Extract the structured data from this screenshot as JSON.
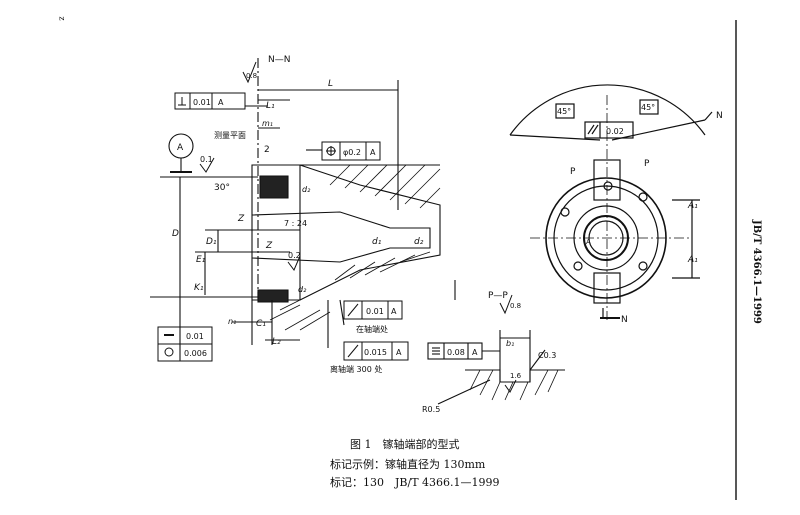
{
  "page_mark": "z",
  "standard_code": "JB/T 4366.1—1999",
  "caption": {
    "figure": "图 1　镓轴端部的型式",
    "example": "标记示例：镓轴直径为 130mm",
    "marking": "标记：130　JB/T 4366.1—1999"
  },
  "section_labels": {
    "nn": "N—N",
    "pp": "P—P",
    "n": "N",
    "p": "P"
  },
  "dims": {
    "L": "L",
    "L1": "L₁",
    "m1": "m₁",
    "two": "2",
    "thirty": "30°",
    "Z": "Z",
    "D": "D",
    "D1": "D₁",
    "E1": "E₁",
    "K1": "K₁",
    "n1": "n₁",
    "C1": "C₁",
    "L2": "L₂",
    "d1": "d₁",
    "d2": "d₂",
    "taper": "7 : 24",
    "A1": "A₁",
    "b1": "b₁",
    "A": "A",
    "angle1": "45°",
    "angle2": "45°",
    "C": "C0.3",
    "R": "R0.5"
  },
  "roughness": {
    "r1": "0.8",
    "r2": "0.1",
    "r3": "0.2",
    "r4": "0.8",
    "r5": "1.6"
  },
  "notes": {
    "measure_plane": "测量平面",
    "at_end": "在轴端处",
    "far_end": "离轴端 300 处"
  },
  "tolerances": {
    "perp": {
      "value": "0.01",
      "datum": "A"
    },
    "pos": {
      "value": "φ0.2",
      "datum": "A"
    },
    "par": {
      "value": "0.02"
    },
    "runout1": {
      "value": "0.01",
      "datum": "A"
    },
    "runout2": {
      "value": "0.015",
      "datum": "A"
    },
    "straight": {
      "value": "0.01"
    },
    "round": {
      "value": "0.006"
    },
    "sym": {
      "value": "0.08",
      "datum": "A"
    }
  }
}
